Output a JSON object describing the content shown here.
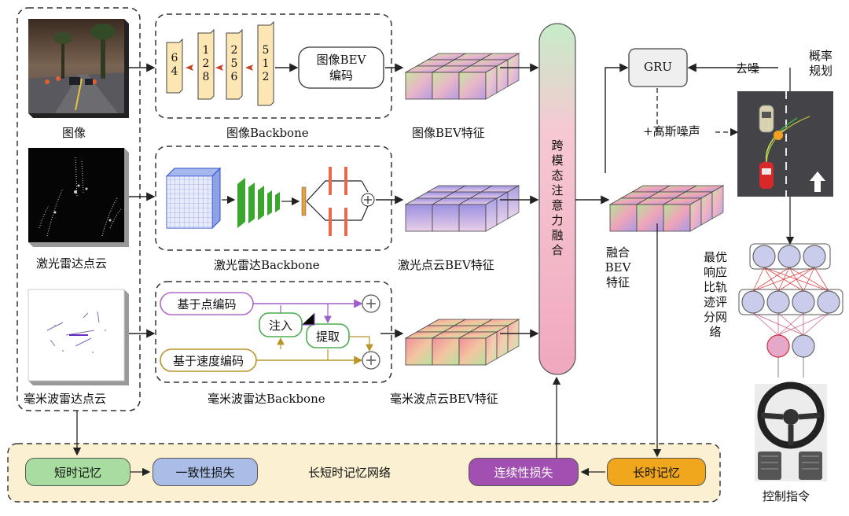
{
  "inputs": {
    "image_label": "图像",
    "lidar_label": "激光雷达点云",
    "radar_label": "毫米波雷达点云"
  },
  "image_backbone": {
    "blocks": [
      "6\n4",
      "1\n2\n8",
      "2\n5\n6",
      "5\n1\n2"
    ],
    "encoder": "图像BEV\n编码",
    "label": "图像Backbone"
  },
  "lidar_backbone": {
    "label": "激光雷达Backbone"
  },
  "radar_backbone": {
    "point_encode": "基于点编码",
    "speed_encode": "基于速度编码",
    "inject": "注入",
    "extract": "提取",
    "label": "毫米波雷达Backbone"
  },
  "features": {
    "image_bev": "图像BEV特征",
    "lidar_bev": "激光点云BEV特征",
    "radar_bev": "毫米波点云BEV特征"
  },
  "fusion": {
    "cross_modal": "跨\n模\n态\n注\n意\n力\n融\n合",
    "fused": "融合\nBEV\n特征"
  },
  "planning": {
    "gru": "GRU",
    "denoise": "去噪",
    "gauss_noise": "+高斯噪声",
    "prob_planning": "概率\n规划",
    "network": "最优\n响应\n比轨\n迹评\n分网\n络",
    "control": "控制指令"
  },
  "memory": {
    "title": "长短时记忆网络",
    "short": "短时记忆",
    "consistency": "一致性损失",
    "continuity": "连续性损失",
    "long": "长时记忆"
  },
  "colors": {
    "short_mem": "#a8dca0",
    "consistency": "#a9bde6",
    "continuity": "#a14fb0",
    "long_mem": "#f0a71e",
    "fusion_bar": "#f1bfc9",
    "memory_bg": "#fbf1d2"
  }
}
